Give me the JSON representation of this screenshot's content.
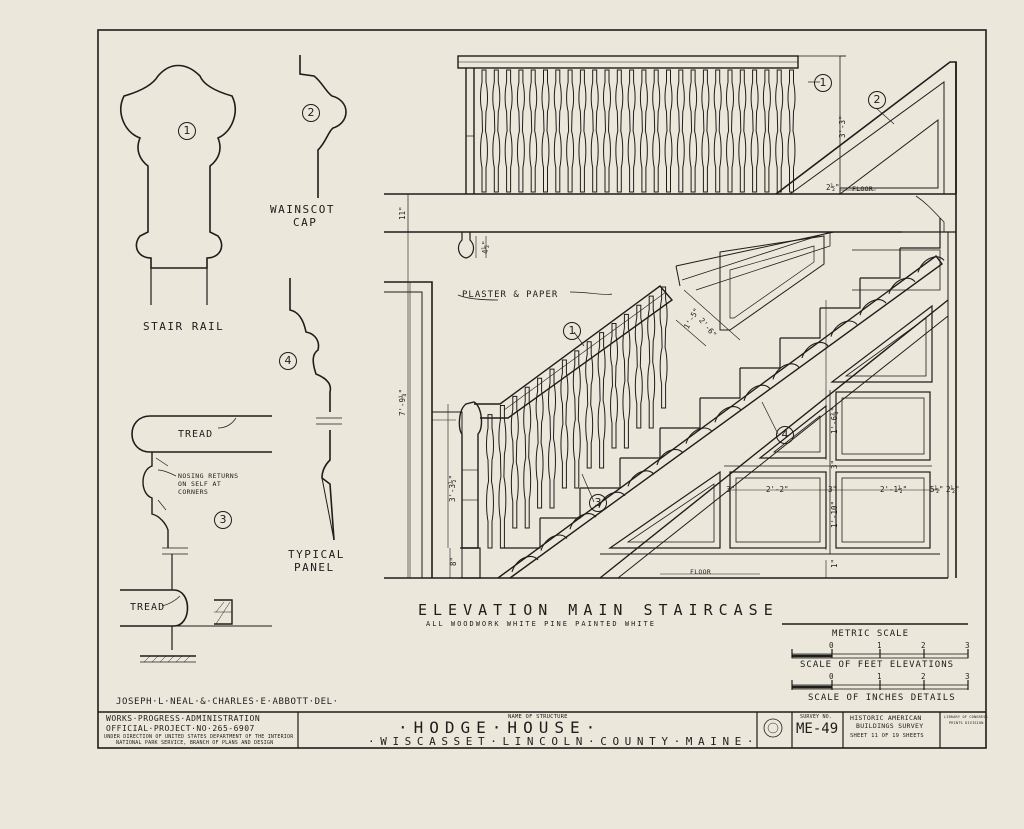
{
  "drawing": {
    "details": {
      "stair_rail": {
        "label": "STAIR RAIL",
        "callout": "1"
      },
      "wainscot_cap": {
        "label_line1": "WAINSCOT",
        "label_line2": "CAP",
        "callout": "2"
      },
      "nosing": {
        "tread_top": "TREAD",
        "tread_bottom": "TREAD",
        "note_line1": "NOSING RETURNS",
        "note_line2": "ON SELF AT",
        "note_line3": "CORNERS",
        "callout": "3"
      },
      "typical_panel": {
        "label_line1": "TYPICAL",
        "label_line2": "PANEL",
        "callout": "4"
      }
    },
    "elevation": {
      "callouts": [
        "1",
        "2",
        "1",
        "3",
        "4"
      ],
      "notes": {
        "plaster": "PLASTER & PAPER",
        "floor_upper": "FLOOR",
        "floor_lower": "FLOOR"
      },
      "dimensions": {
        "rail_height": "3'-3\"",
        "floor_thickness": "11\"",
        "newel_drop": "4½\"",
        "wall_height": "7'-9¼\"",
        "newel_height": "3'-3½\"",
        "base": "8\"",
        "top_rise": "2½\"",
        "stair_rail_diag": "2'-6\"",
        "stringer_diag": "1'-5\"",
        "panel_height_upper": "1'-6¾\"",
        "panel_gap": "3\"",
        "panel_height_lower": "1'-10\"",
        "panel_width_left": "2'-2\"",
        "panel_width_right": "2'-1½\"",
        "gap_a": "3\"",
        "gap_b": "3\"",
        "right_edge": "5½\"",
        "right_edge_b": "2½\"",
        "bottom_base": "1\""
      },
      "title": "ELEVATION MAIN STAIRCASE",
      "subtitle": "ALL WOODWORK WHITE PINE PAINTED WHITE"
    },
    "scales": {
      "metric": {
        "label": "METRIC SCALE",
        "ticks": [
          "0",
          "1",
          "2",
          "3"
        ]
      },
      "feet": {
        "label": "SCALE OF FEET ELEVATIONS",
        "ticks": [
          "0",
          "1",
          "2",
          "3"
        ]
      },
      "inches": {
        "label": "SCALE OF INCHES DETAILS"
      }
    },
    "delineators": "JOSEPH·L·NEAL·&·CHARLES·E·ABBOTT·DEL·"
  },
  "title_block": {
    "agency_line1": "WORKS·PROGRESS·ADMINISTRATION",
    "agency_line2": "OFFICIAL·PROJECT·NO·265-6907",
    "agency_line3": "UNDER DIRECTION OF UNITED STATES DEPARTMENT OF THE INTERIOR",
    "agency_line4": "NATIONAL PARK SERVICE, BRANCH OF PLANS AND DESIGN",
    "name_label": "NAME OF STRUCTURE",
    "structure_name": "·HODGE·HOUSE·",
    "location": "·WISCASSET·LINCOLN·COUNTY·MAINE·",
    "survey_label": "SURVEY NO.",
    "survey_no": "ME-49",
    "habs_line1": "HISTORIC AMERICAN",
    "habs_line2": "BUILDINGS SURVEY",
    "sheet_info": "SHEET 11 OF 19 SHEETS",
    "loc_line1": "LIBRARY OF CONGRESS",
    "loc_line2": "PRINTS DIVISION"
  },
  "colors": {
    "paper": "#ece7db",
    "ink": "#1d1d1b"
  }
}
